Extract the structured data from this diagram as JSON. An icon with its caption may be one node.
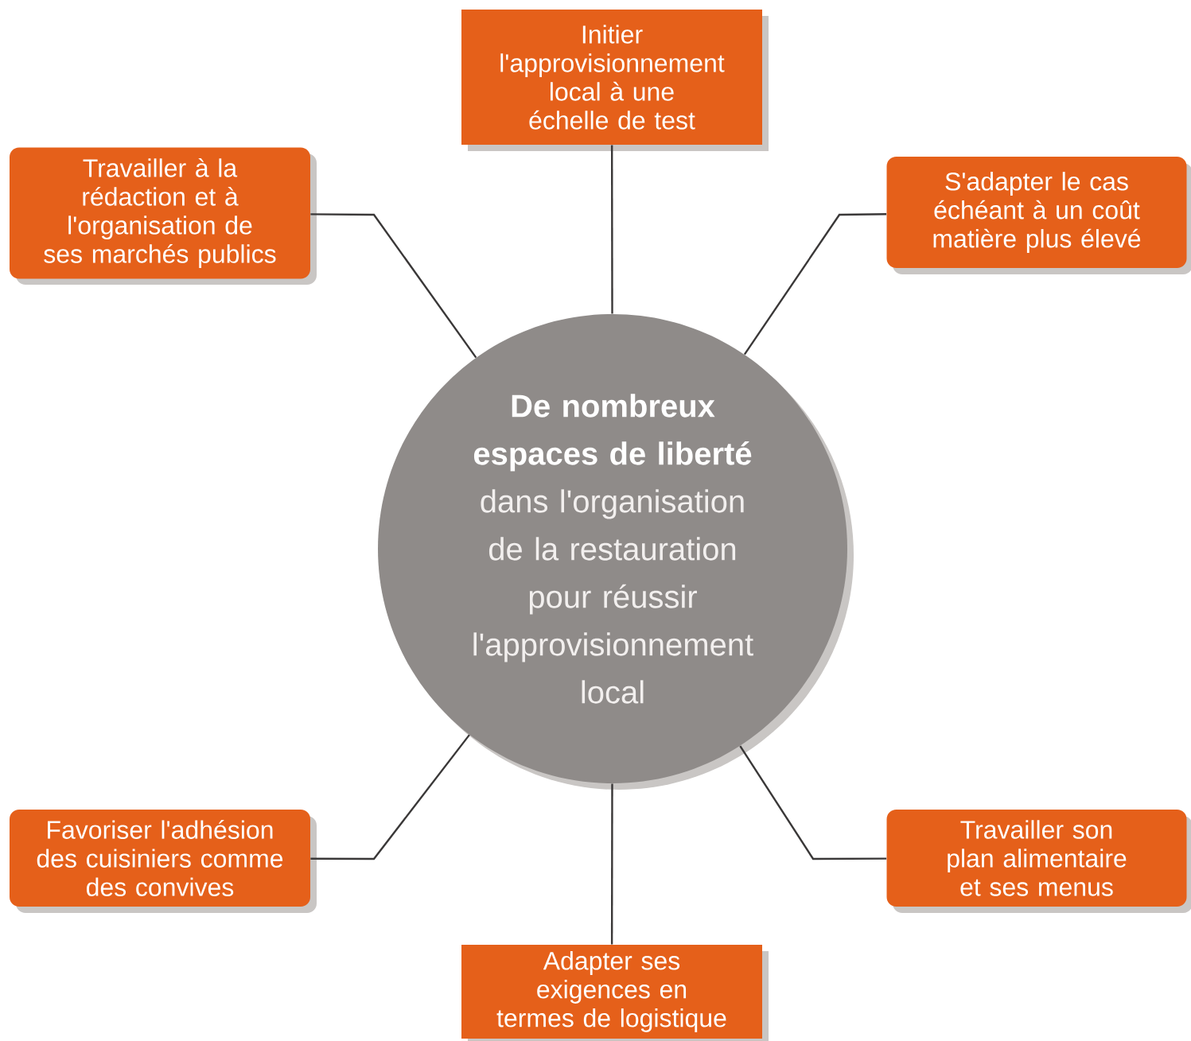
{
  "diagram": {
    "nodes": [
      {
        "text": [
          "Initier l'approvisionnement local à une échelle de test"
        ]
      },
      {
        "text": [
          "Travailler à la rédaction et à l'organisation de ses marchés publics"
        ]
      },
      {
        "text": [
          "S'adapter le cas échéant à un coût matière plus élevé"
        ]
      },
      {
        "text": [
          "De nombreux espaces de liberté",
          "dans l'organisation de la restauration pour réussir l'approvisionnement local"
        ]
      },
      {
        "text": [
          "Favoriser l'adhésion des cuisiniers comme des convives"
        ]
      },
      {
        "text": [
          "Travailler son plan alimentaire et ses menus"
        ]
      },
      {
        "text": [
          "Adapter ses exigences en termes de logistique"
        ]
      }
    ],
    "edges": [
      {
        "from": 3,
        "to": 0,
        "arrow": "none"
      },
      {
        "from": 3,
        "to": 1,
        "arrow": "none"
      },
      {
        "from": 3,
        "to": 2,
        "arrow": "none"
      },
      {
        "from": 3,
        "to": 4,
        "arrow": "none"
      },
      {
        "from": 3,
        "to": 5,
        "arrow": "none"
      },
      {
        "from": 3,
        "to": 6,
        "arrow": "none"
      }
    ]
  }
}
